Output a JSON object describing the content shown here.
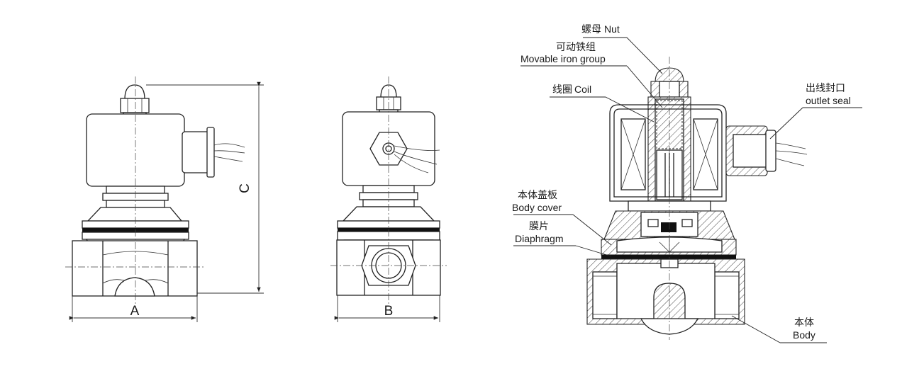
{
  "dimensions": {
    "a": "A",
    "b": "B",
    "c": "C"
  },
  "callouts": {
    "nut_zh": "螺母",
    "nut_en": "Nut",
    "iron_zh": "可动铁组",
    "iron_en": "Movable iron group",
    "coil_zh": "线圈",
    "coil_en": "Coil",
    "seal_zh": "出线封口",
    "seal_en": "outlet seal",
    "cover_zh": "本体盖板",
    "cover_en": "Body cover",
    "diaphragm_zh": "膜片",
    "diaphragm_en": "Diaphragm",
    "body_zh": "本体",
    "body_en": "Body"
  }
}
